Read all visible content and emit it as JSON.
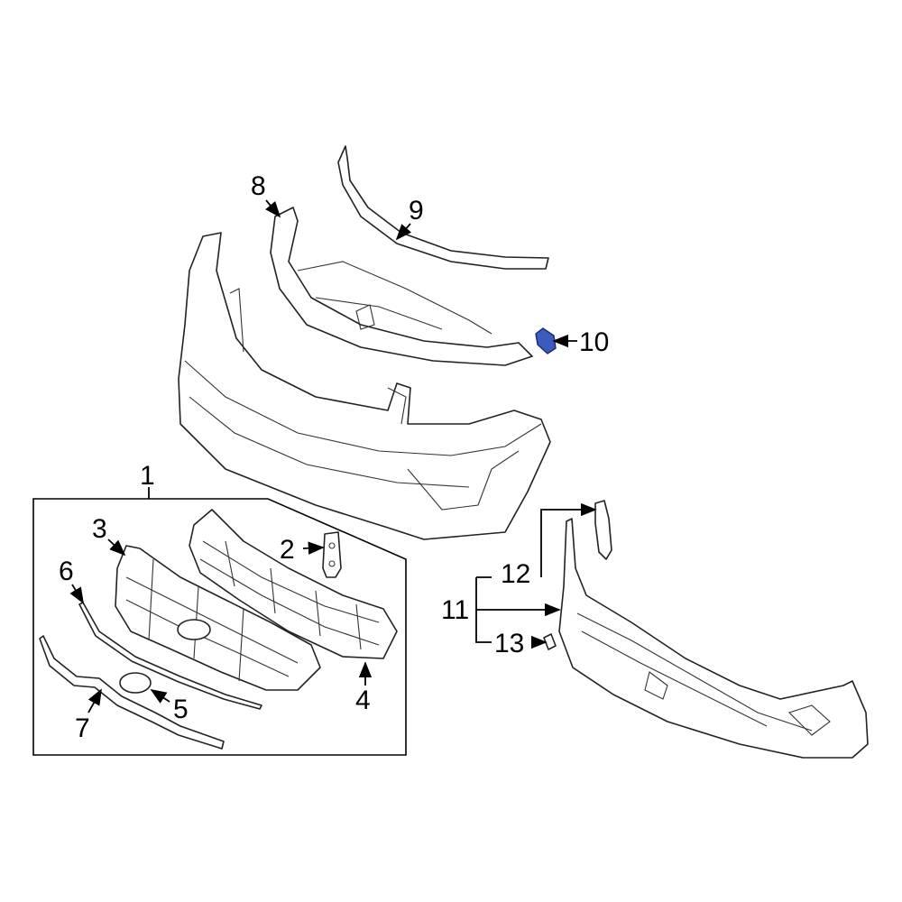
{
  "diagram": {
    "accent_part_color": "#3b5bbf",
    "callouts": [
      {
        "id": "1",
        "label": "1"
      },
      {
        "id": "2",
        "label": "2"
      },
      {
        "id": "3",
        "label": "3"
      },
      {
        "id": "4",
        "label": "4"
      },
      {
        "id": "5",
        "label": "5"
      },
      {
        "id": "6",
        "label": "6"
      },
      {
        "id": "7",
        "label": "7"
      },
      {
        "id": "8",
        "label": "8"
      },
      {
        "id": "9",
        "label": "9"
      },
      {
        "id": "10",
        "label": "10"
      },
      {
        "id": "11",
        "label": "11"
      },
      {
        "id": "12",
        "label": "12"
      },
      {
        "id": "13",
        "label": "13"
      }
    ]
  }
}
